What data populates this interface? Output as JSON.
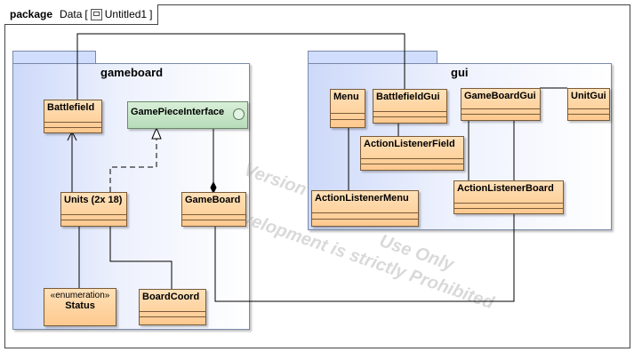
{
  "frame": {
    "keyword": "package",
    "name": "Data",
    "open_bracket": "[",
    "diagram_name": "Untitled1",
    "close_bracket": "]"
  },
  "watermark": {
    "line1": "Version",
    "line2": "Use Only",
    "line3": "Development is strictly Prohibited"
  },
  "packages": {
    "gameboard": {
      "name": "gameboard"
    },
    "gui": {
      "name": "gui"
    }
  },
  "classes": {
    "battlefield": "Battlefield",
    "game_piece_interface": "GamePieceInterface",
    "units": "Units (2x 18)",
    "gameboard": "GameBoard",
    "status_stereotype": "«enumeration»",
    "status": "Status",
    "boardcoord": "BoardCoord",
    "menu": "Menu",
    "battlefield_gui": "BattlefieldGui",
    "gameboard_gui": "GameBoardGui",
    "unit_gui": "UnitGui",
    "action_listener_field": "ActionListenerField",
    "action_listener_menu": "ActionListenerMenu",
    "action_listener_board": "ActionListenerBoard"
  },
  "colors": {
    "class_fill": "#fec98f",
    "interface_fill": "#b7dcb9",
    "package_fill": "#d0ddfc",
    "line": "#000000"
  }
}
